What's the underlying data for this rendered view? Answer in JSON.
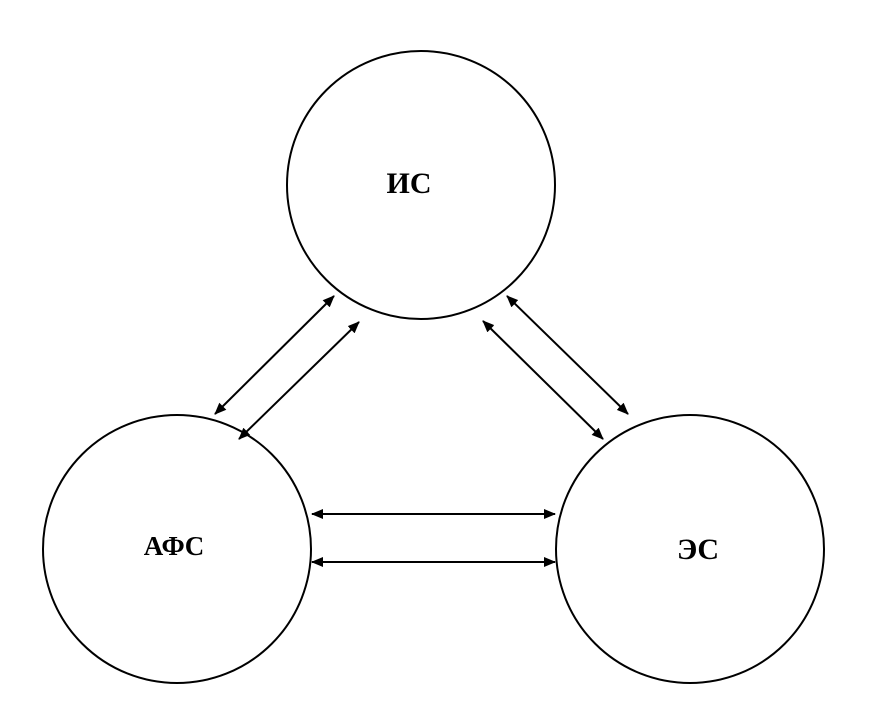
{
  "diagram": {
    "nodes": {
      "top": {
        "label": "ИС"
      },
      "left": {
        "label": "АФС"
      },
      "right": {
        "label": "ЭС"
      }
    },
    "connections": [
      {
        "from": "top",
        "to": "left",
        "direction": "bidirectional",
        "count": 2
      },
      {
        "from": "top",
        "to": "right",
        "direction": "bidirectional",
        "count": 2
      },
      {
        "from": "left",
        "to": "right",
        "direction": "bidirectional",
        "count": 2
      }
    ],
    "colors": {
      "stroke": "#000000",
      "fill": "#ffffff",
      "text": "#000000"
    }
  }
}
